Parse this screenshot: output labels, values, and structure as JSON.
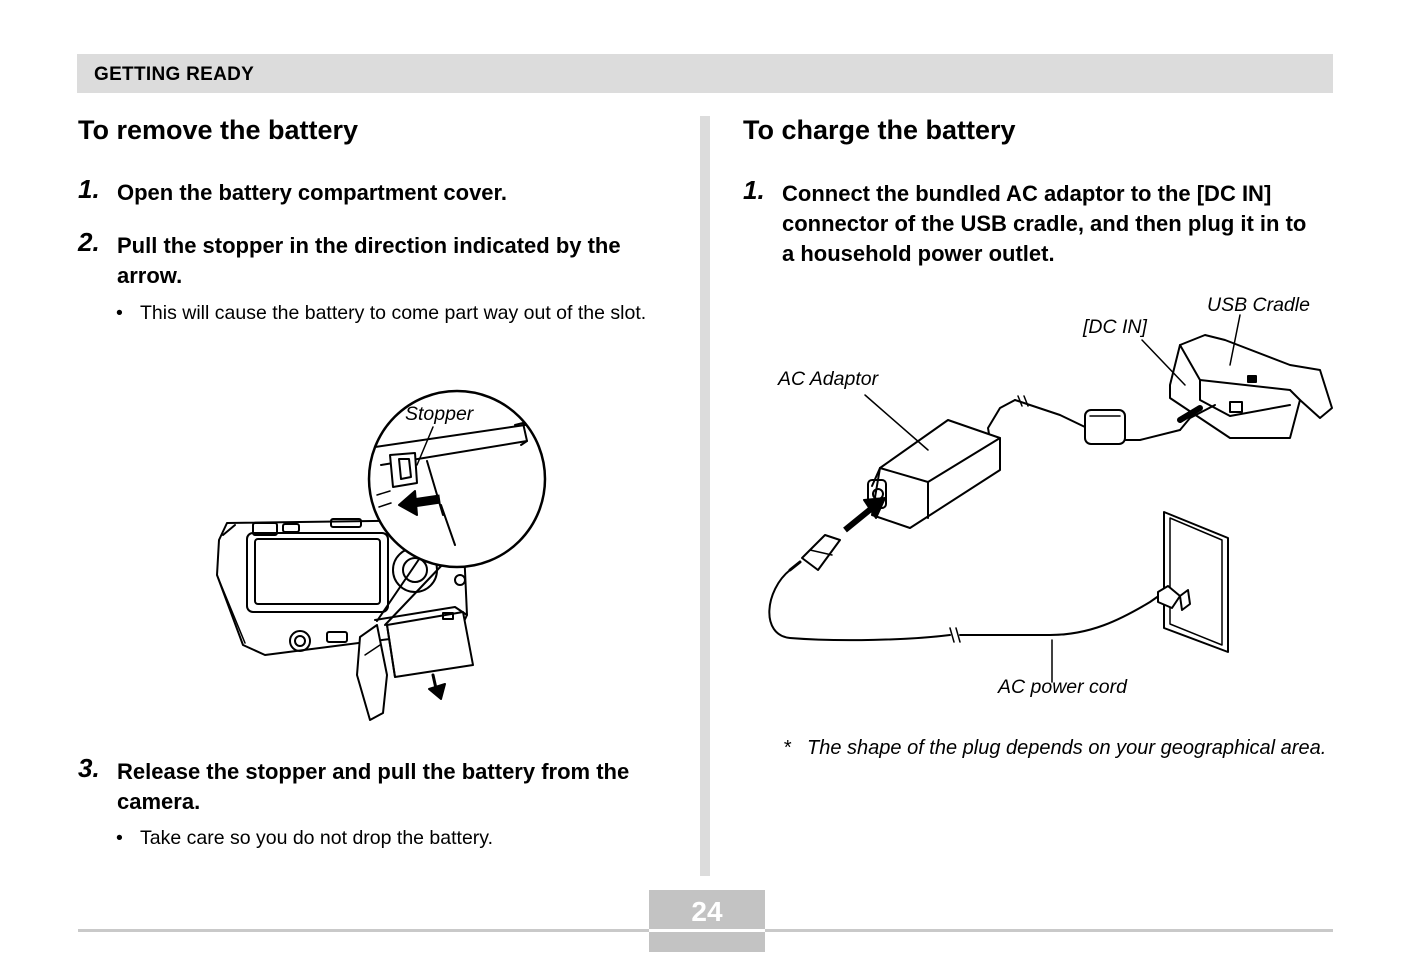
{
  "header": {
    "section": "GETTING READY"
  },
  "left": {
    "title": "To remove the battery",
    "steps": [
      {
        "num": "1.",
        "text": "Open the battery compartment cover."
      },
      {
        "num": "2.",
        "text": "Pull the stopper in the direction indicated by the arrow.",
        "bullet": "This will cause the battery to come part way out of the slot."
      },
      {
        "num": "3.",
        "text": "Release the stopper and pull the battery from the camera.",
        "bullet": "Take care so you do not drop the battery."
      }
    ],
    "figure": {
      "stopper_label": "Stopper"
    }
  },
  "right": {
    "title": "To charge the battery",
    "steps": [
      {
        "num": "1.",
        "text": "Connect the bundled AC adaptor to the [DC IN] connector of the USB cradle, and then plug it in to a household power outlet."
      }
    ],
    "figure": {
      "usb_cradle_label": "USB Cradle",
      "dc_in_label": "[DC IN]",
      "ac_adaptor_label": "AC Adaptor",
      "ac_cord_label": "AC power cord"
    },
    "note_marker": "*",
    "note": "The shape of the plug depends on your geographical area."
  },
  "footer": {
    "page_number": "24"
  },
  "bullet_symbol": "•"
}
